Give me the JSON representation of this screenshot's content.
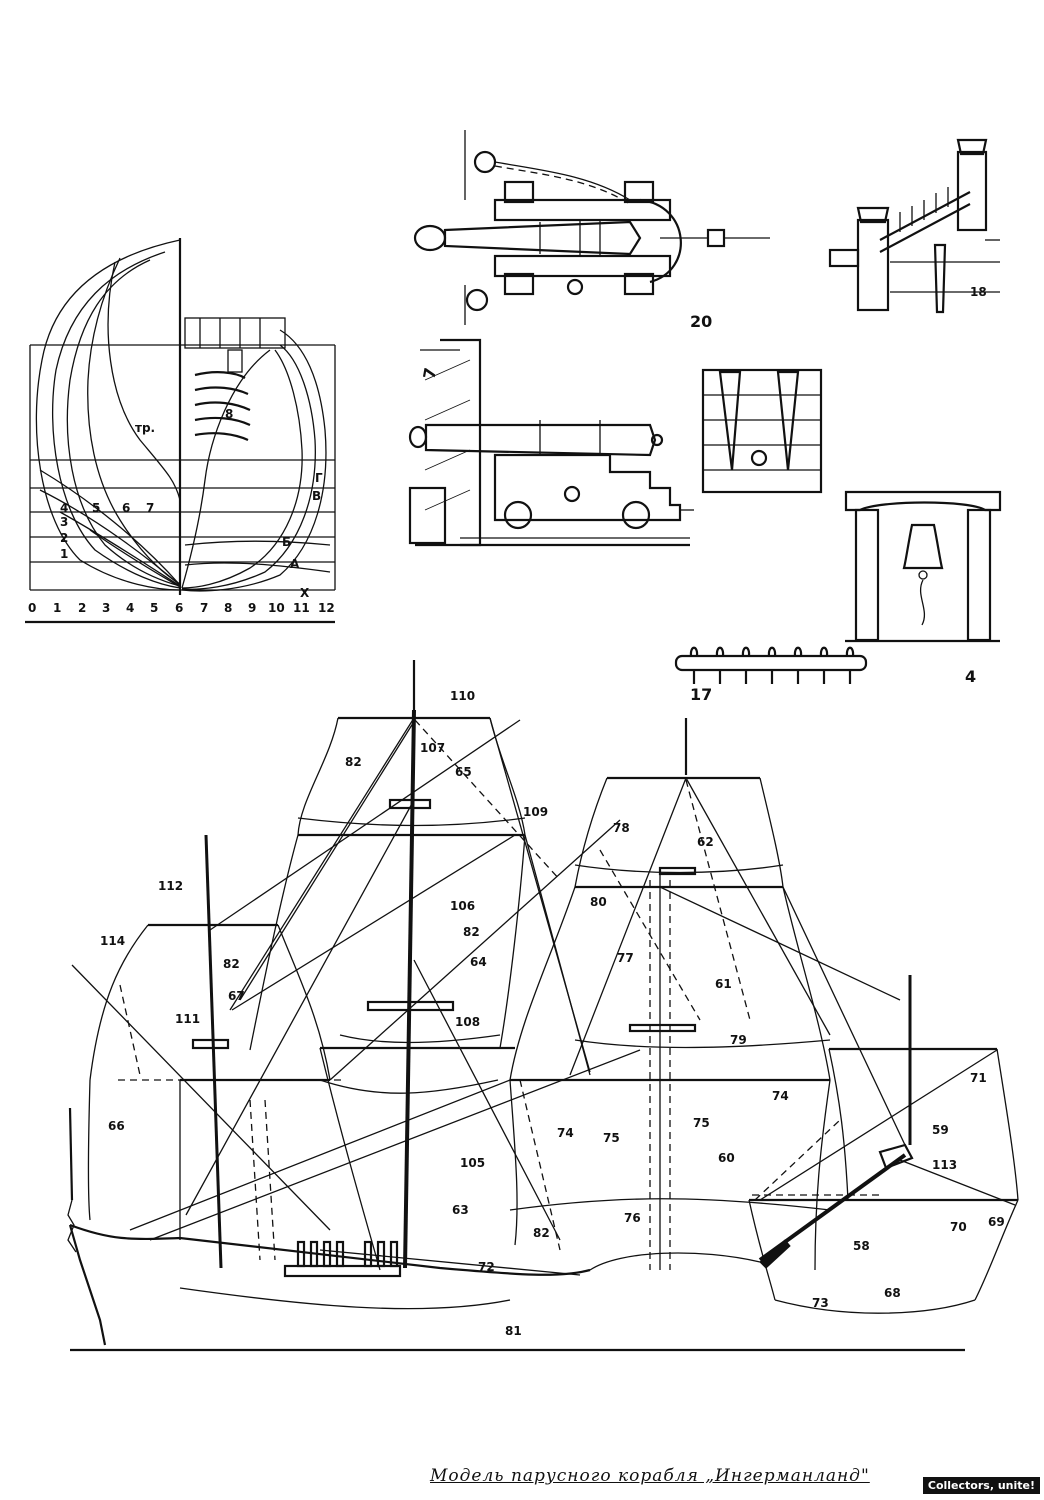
{
  "caption": "Модель парусного корабля „Ингерманланд\"",
  "watermark": "Collectors, unite!",
  "body_plan": {
    "scale_ticks": [
      "0",
      "1",
      "2",
      "3",
      "4",
      "5",
      "6",
      "7",
      "8",
      "9",
      "10",
      "11",
      "12"
    ],
    "labels": [
      "тр.",
      "1",
      "2",
      "3",
      "4",
      "5",
      "6",
      "7",
      "8",
      "Г",
      "В",
      "Б",
      "А",
      "Х"
    ]
  },
  "detail_labels": {
    "cannon_top": "20",
    "cleat_rail": "18",
    "side_cannon": "7",
    "bell": "4",
    "pin_rail": "17"
  },
  "rigging_labels": [
    "110",
    "107",
    "82",
    "65",
    "109",
    "78",
    "62",
    "112",
    "106",
    "80",
    "114",
    "82",
    "82",
    "64",
    "77",
    "61",
    "67",
    "111",
    "108",
    "79",
    "66",
    "74",
    "75",
    "75",
    "74",
    "71",
    "105",
    "60",
    "59",
    "113",
    "63",
    "76",
    "82",
    "58",
    "70",
    "69",
    "72",
    "73",
    "68",
    "81"
  ]
}
